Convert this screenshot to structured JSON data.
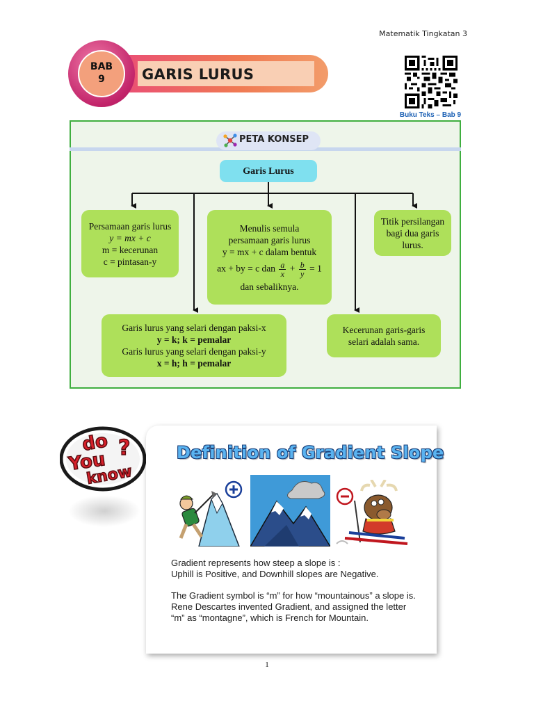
{
  "header": {
    "subject": "Matematik Tingkatan 3"
  },
  "chapter": {
    "bab": "BAB",
    "number": "9",
    "title": "GARIS LURUS"
  },
  "qr": {
    "caption": "Buku Teks – Bab 9"
  },
  "concept_map": {
    "heading": "PETA KONSEP",
    "main": "Garis Lurus",
    "n1": {
      "l1": "Persamaan garis lurus",
      "l2": "y = mx + c",
      "l3": "m = kecerunan",
      "l4": "c = pintasan-y"
    },
    "n2": {
      "l1": "Menulis semula",
      "l2": "persamaan garis lurus",
      "l3": "y = mx + c dalam bentuk",
      "l4a": "ax + by = c dan",
      "frac_a": "a",
      "frac_x": "x",
      "plus": "+",
      "frac_b": "b",
      "frac_y": "y",
      "eq1": "= 1",
      "l5": "dan sebaliknya."
    },
    "n3": {
      "l1": "Titik persilangan",
      "l2": "bagi dua garis",
      "l3": "lurus."
    },
    "n4": {
      "l1": "Garis lurus yang selari dengan paksi-x",
      "l2": "y = k; k = pemalar",
      "l3": "Garis lurus yang selari dengan paksi-y",
      "l4": "x = h; h = pemalar"
    },
    "n5": {
      "l1": "Kecerunan garis-garis",
      "l2": "selari adalah sama."
    }
  },
  "dyk": {
    "do": "do",
    "you": "You",
    "know": "know"
  },
  "definition": {
    "title": "Definition of Gradient Slope",
    "p1a": "Gradient represents how steep a slope is :",
    "p1b": "Uphill is Positive, and Downhill slopes are Negative.",
    "p2a": "The Gradient symbol is “m” for how “mountainous” a slope is.",
    "p2b": "Rene Descartes invented Gradient, and assigned the letter",
    "p2c": "“m” as “montagne”,  which is French for Mountain."
  },
  "footer": {
    "page": "1"
  },
  "colors": {
    "panel_border": "#3fae3f",
    "node_green": "#aee05a",
    "node_main": "#7fe0ef",
    "ribbon": "#e9487a"
  },
  "icons": [
    "qr-code-icon",
    "concept-map-icon",
    "plus-sign-icon",
    "minus-sign-icon"
  ]
}
